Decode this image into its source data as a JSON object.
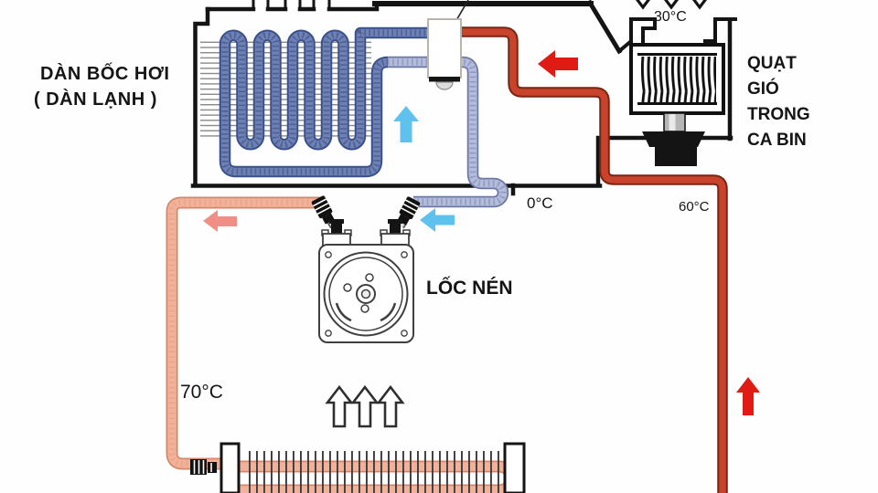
{
  "labels": {
    "evaporator_line1": "DÀN BỐC HƠI",
    "evaporator_line2": "( DÀN LẠNH )",
    "cabin_fan": "QUẠT\nGIÓ\nTRONG\nCA BIN",
    "compressor": "LỐC NÉN"
  },
  "temperatures": {
    "cabin_air_out": "30°C",
    "evaporator_out": "0°C",
    "condenser_in": "60°C",
    "compressor_discharge": "70°C"
  },
  "colors": {
    "steel": "#6d81b5",
    "steel_d": "#39508c",
    "lavender": "#b3bcdb",
    "lavender_d": "#6b77a5",
    "pink": "#f2b29a",
    "pink_d": "#d4876a",
    "red": "#c8432b",
    "red_d": "#7c2413",
    "red_arrow": "#e01b14",
    "pink_arrow": "#ef8f86",
    "blue_arrow": "#5ec1ee",
    "outline_ink": "#141414"
  }
}
